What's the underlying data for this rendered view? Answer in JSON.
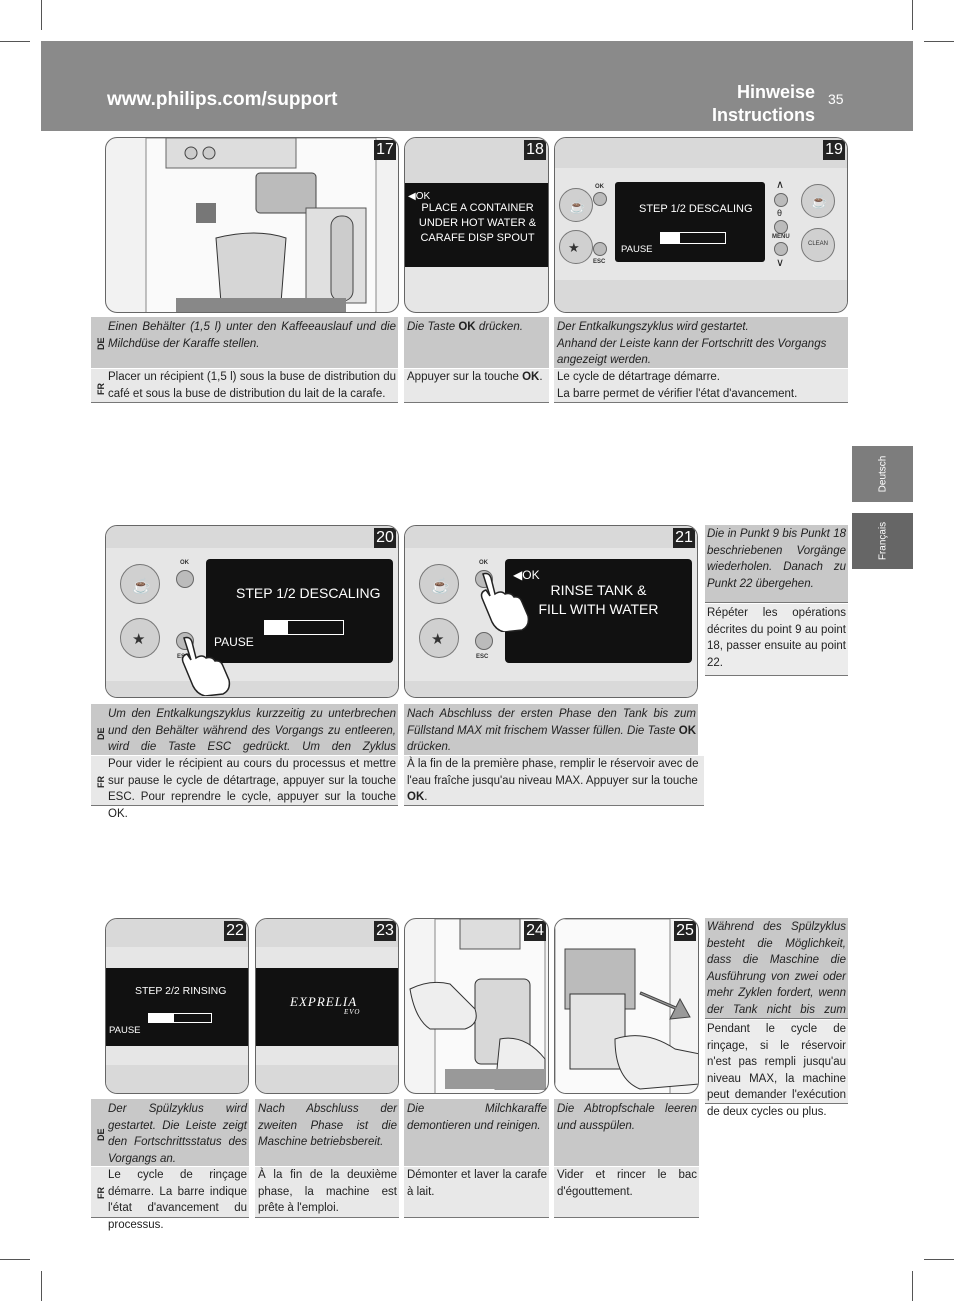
{
  "header": {
    "url": "www.philips.com/support",
    "title_line1": "Hinweise",
    "title_line2": "Instructions",
    "page_number": "35"
  },
  "lang_tabs": {
    "de": "Deutsch",
    "fr": "Français"
  },
  "lang_codes": {
    "de": "DE",
    "fr": "FR"
  },
  "panels": {
    "p17": {
      "num": "17"
    },
    "p18": {
      "num": "18",
      "ok": "OK",
      "line1": "PLACE A CONTAINER",
      "line2": "UNDER HOT WATER &",
      "line3": "CARAFE DISP SPOUT"
    },
    "p19": {
      "num": "19",
      "ok": "OK",
      "esc": "ESC",
      "menu": "MENU",
      "clean": "CLEAN",
      "screen": "STEP 1/2 DESCALING",
      "pause": "PAUSE",
      "progress": 0.3
    },
    "p20": {
      "num": "20",
      "ok": "OK",
      "esc": "ESC",
      "screen": "STEP 1/2 DESCALING",
      "pause": "PAUSE",
      "progress": 0.3
    },
    "p21": {
      "num": "21",
      "ok": "OK",
      "esc": "ESC",
      "screen_ok": "OK",
      "line1": "RINSE TANK &",
      "line2": "FILL WITH WATER"
    },
    "p22": {
      "num": "22",
      "screen": "STEP 2/2 RINSING",
      "pause": "PAUSE",
      "progress": 0.4
    },
    "p23": {
      "num": "23",
      "logo": "EXPRELIA",
      "logo_sub": "EVO"
    },
    "p24": {
      "num": "24"
    },
    "p25": {
      "num": "25"
    }
  },
  "row1": {
    "de": [
      "Einen Behälter (1,5 l) unter den Kaffeeauslauf und die Milchdüse der Karaffe stellen.",
      "Die Taste",
      "drücken.",
      "Der Entkalkungszyklus wird gestartet.",
      "Anhand der Leiste kann der Fortschritt des Vorgangs angezeigt werden."
    ],
    "fr": [
      "Placer un récipient (1,5 l) sous la buse de distribution du café et sous la buse de distribution du lait de la carafe.",
      "Appuyer sur la touche",
      ".",
      "Le cycle de détartrage démarre.",
      "La barre permet de vérifier l'état d'avancement."
    ],
    "ok": "OK"
  },
  "row2": {
    "de": [
      "Um den Entkalkungszyklus kurzzeitig zu unterbrechen und den Behälter während des Vorgangs zu entleeren, wird die Taste ESC gedrückt. Um den Zyklus fortzusetzen, die Taste OK drücken.",
      "Nach Abschluss der ersten Phase den Tank bis zum Füllstand MAX mit frischem Wasser füllen. Die Taste",
      "drücken."
    ],
    "fr": [
      "Pour vider le récipient au cours du processus et mettre sur pause le cycle de détartrage, appuyer sur la touche ESC. Pour reprendre le cycle, appuyer sur la touche OK.",
      "À la fin de la première phase, remplir le réservoir avec de l'eau fraîche jusqu'au niveau MAX. Appuyer sur la touche",
      "."
    ],
    "ok": "OK",
    "side_de": "Die in Punkt 9 bis Punkt 18 beschriebenen Vorgänge wiederholen. Danach zu Punkt 22 übergehen.",
    "side_fr": "Répéter les opérations décrites du point 9 au point 18, passer ensuite au point 22."
  },
  "row3": {
    "de": [
      "Der Spülzyklus wird gestartet. Die Leiste zeigt den Fortschrittsstatus des Vorgangs an.",
      "Nach Abschluss der zweiten Phase ist die Maschine betriebsbereit.",
      "Die Milchkaraffe demontieren und reinigen.",
      "Die Abtropfschale leeren und ausspülen."
    ],
    "fr": [
      "Le cycle de rinçage démarre. La barre indique l'état d'avancement du processus.",
      "À la fin de la deuxième phase, la machine est prête à l'emploi.",
      "Démonter et laver la carafe à lait.",
      "Vider et rincer le bac d'égouttement."
    ],
    "side_de": "Während des Spülzyklus besteht die Möglichkeit, dass die Maschine die Ausführung von zwei oder mehr Zyklen fordert, wenn der Tank nicht bis zum Füllstand MAX gefüllt wurde.",
    "side_fr": "Pendant le cycle de rinçage, si le réservoir n'est pas rempli jusqu'au niveau MAX, la machine peut demander l'exécution de deux cycles ou plus."
  },
  "colors": {
    "header": "#8a8a8a",
    "de_row": "#c8c8c8",
    "fr_row": "#e8e8e8"
  }
}
